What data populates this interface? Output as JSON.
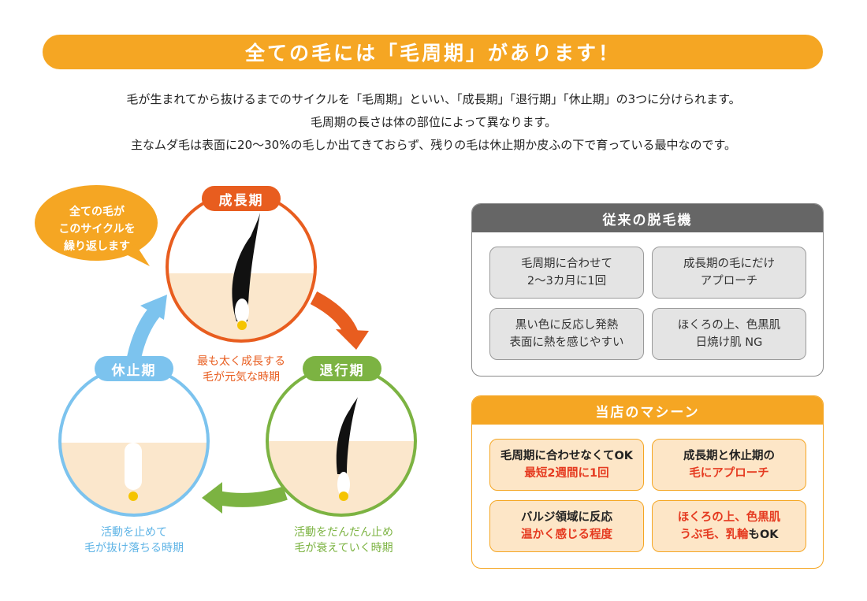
{
  "header": {
    "title": "全ての毛には「毛周期」があります！"
  },
  "intro": {
    "lines": [
      "毛が生まれてから抜けるまでのサイクルを「毛周期」といい、「成長期」「退行期」「休止期」の3つに分けられます。",
      "毛周期の長さは体の部位によって異なります。",
      "主なムダ毛は表面に20～30%の毛しか出てきておらず、残りの毛は休止期か皮ふの下で育っている最中なのです。"
    ]
  },
  "bubble": {
    "lines": [
      "全ての毛が",
      "このサイクルを",
      "繰り返します"
    ]
  },
  "phases": {
    "growth": {
      "label": "成長期",
      "caption": [
        "最も太く成長する",
        "毛が元気な時期"
      ]
    },
    "regression": {
      "label": "退行期",
      "caption": [
        "活動をだんだん止め",
        "毛が衰えていく時期"
      ]
    },
    "rest": {
      "label": "休止期",
      "caption": [
        "活動を止めて",
        "毛が抜け落ちる時期"
      ]
    }
  },
  "colors": {
    "accent": "#f5a623",
    "growth": "#e85d1f",
    "regression": "#7cb342",
    "rest": "#7cc3ee",
    "skin": "#fbe7cc",
    "root": "#f5c400",
    "highlight_red": "#e53a20"
  },
  "conventional": {
    "title": "従来の脱毛機",
    "cells": [
      {
        "line1": "毛周期に合わせて",
        "line2": "2～3カ月に1回"
      },
      {
        "line1": "成長期の毛にだけ",
        "line2": "アプローチ"
      },
      {
        "line1": "黒い色に反応し発熱",
        "line2": "表面に熱を感じやすい"
      },
      {
        "line1": "ほくろの上、色黒肌",
        "line2": "日焼け肌 NG"
      }
    ]
  },
  "ours": {
    "title": "当店のマシーン",
    "cells": [
      {
        "line1": "毛周期に合わせなくてOK",
        "line2": "最短2週間に1回"
      },
      {
        "line1": "成長期と休止期の",
        "line2": "毛にアプローチ"
      },
      {
        "line1": "バルジ領域に反応",
        "line2": "温かく感じる程度"
      },
      {
        "line1": "ほくろの上、色黒肌",
        "line2a": "うぶ毛、乳輪",
        "line2b": "もOK"
      }
    ]
  }
}
